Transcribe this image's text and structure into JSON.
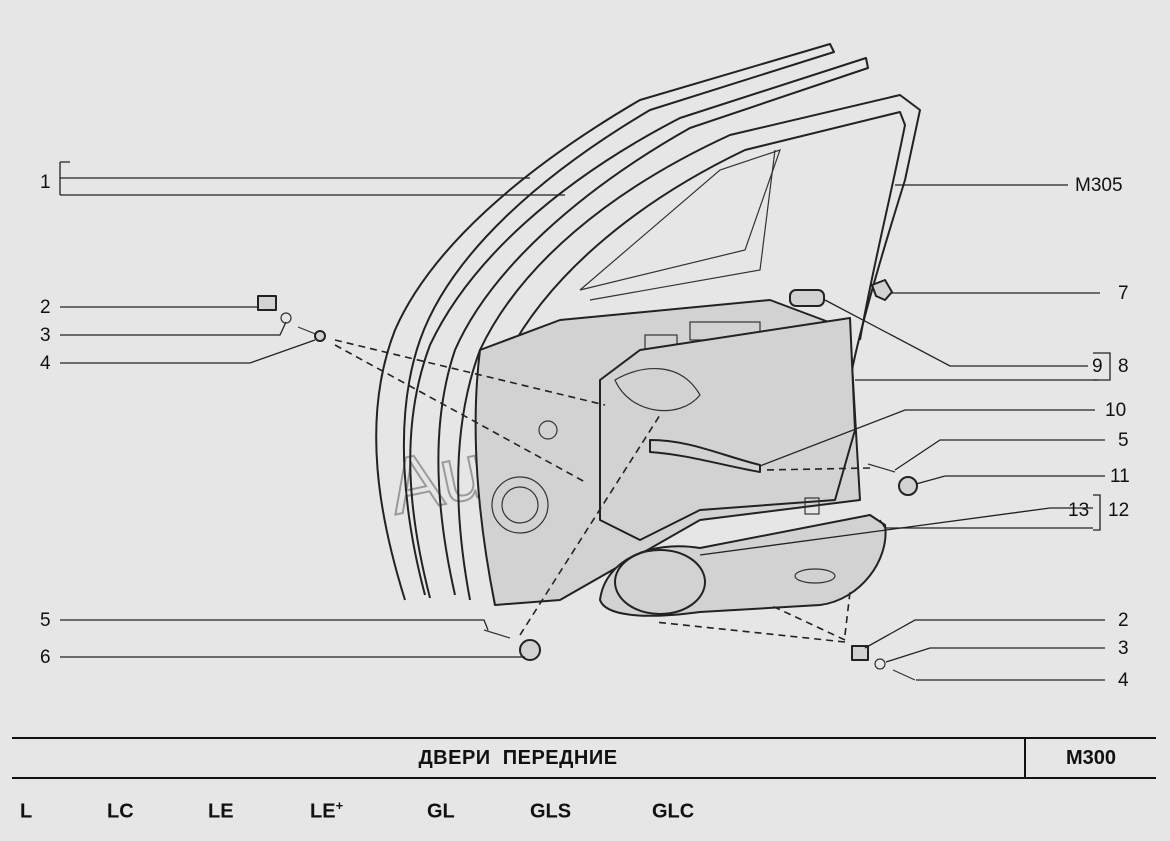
{
  "diagram": {
    "callouts": [
      {
        "id": "c1",
        "label": "1"
      },
      {
        "id": "c2a",
        "label": "2"
      },
      {
        "id": "c3a",
        "label": "3"
      },
      {
        "id": "c4a",
        "label": "4"
      },
      {
        "id": "c5a",
        "label": "5"
      },
      {
        "id": "c6",
        "label": "6"
      },
      {
        "id": "cm305",
        "label": "M305"
      },
      {
        "id": "c7",
        "label": "7"
      },
      {
        "id": "c9",
        "label": "9"
      },
      {
        "id": "c8",
        "label": "8"
      },
      {
        "id": "c10",
        "label": "10"
      },
      {
        "id": "c5b",
        "label": "5"
      },
      {
        "id": "c11",
        "label": "11"
      },
      {
        "id": "c13",
        "label": "13"
      },
      {
        "id": "c12",
        "label": "12"
      },
      {
        "id": "c2b",
        "label": "2"
      },
      {
        "id": "c3b",
        "label": "3"
      },
      {
        "id": "c4b",
        "label": "4"
      }
    ],
    "watermark": "AutoSoft"
  },
  "footer": {
    "title": "ДВЕРИ   ПЕРЕДНИЕ",
    "code": "М300",
    "trims": [
      {
        "label": "L",
        "sup": ""
      },
      {
        "label": "LC",
        "sup": ""
      },
      {
        "label": "LE",
        "sup": ""
      },
      {
        "label": "LE",
        "sup": "+"
      },
      {
        "label": "GL",
        "sup": ""
      },
      {
        "label": "GLS",
        "sup": ""
      },
      {
        "label": "GLC",
        "sup": ""
      }
    ]
  }
}
